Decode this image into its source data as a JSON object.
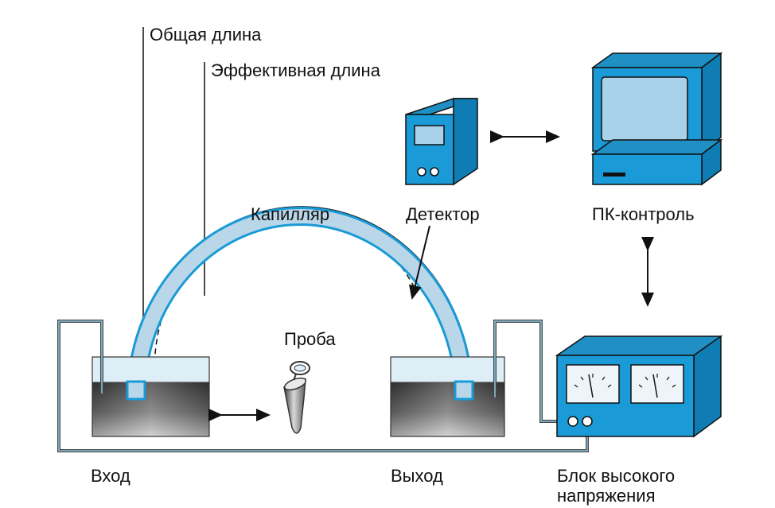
{
  "labels": {
    "total_length": "Общая длина",
    "effective_length": "Эффективная длина",
    "capillary": "Капилляр",
    "detector": "Детектор",
    "pc_control": "ПК-контроль",
    "sample": "Проба",
    "inlet": "Вход",
    "outlet": "Выход",
    "hv_line1": "Блок высокого",
    "hv_line2": "напряжения"
  },
  "colors": {
    "blue": "#1a9ad6",
    "blue_dark": "#0d6f9f",
    "capillary_fill": "#b9d7e8",
    "liquid_top": "#2b2b2b",
    "liquid_bottom": "#d8d8d8",
    "screen": "#a9d2ea"
  }
}
